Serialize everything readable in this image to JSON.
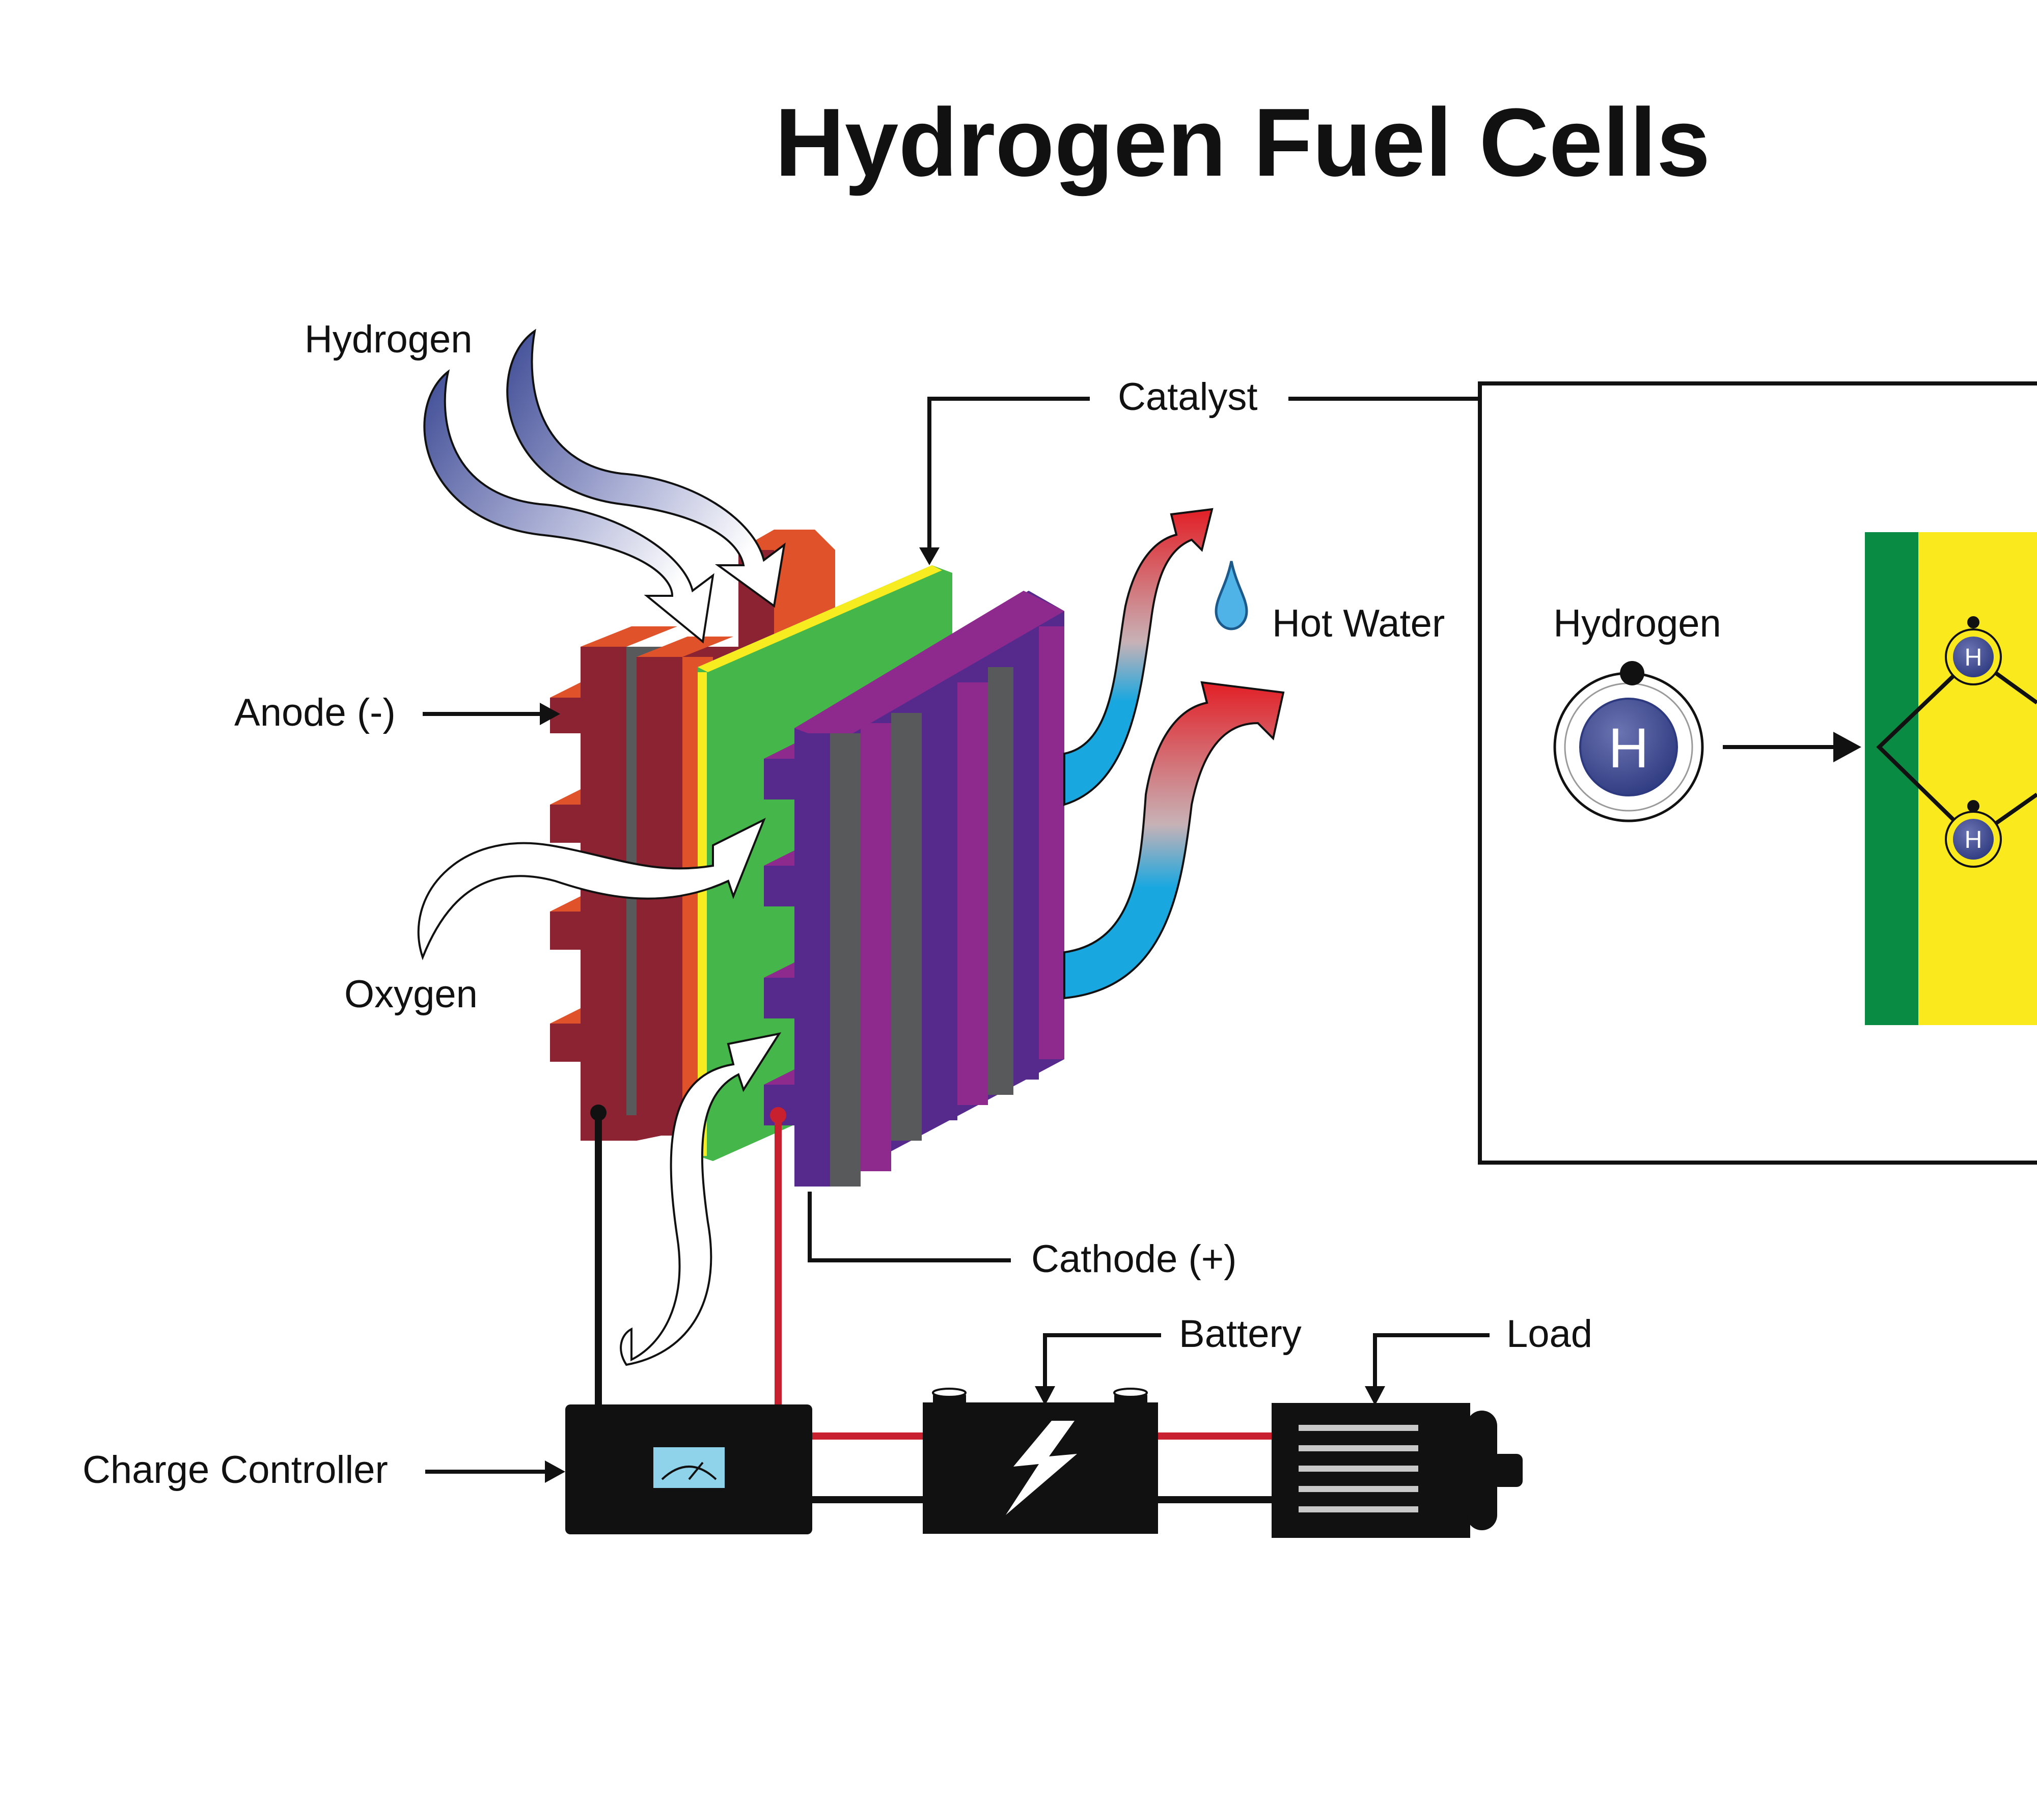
{
  "title": "Hydrogen Fuel Cells",
  "labels": {
    "hydrogen": "Hydrogen",
    "catalyst": "Catalyst",
    "hot_water": "Hot Water",
    "anode": "Anode (-)",
    "oxygen": "Oxygen",
    "cathode": "Cathode (+)",
    "battery": "Battery",
    "load": "Load",
    "charge_controller": "Charge Controller"
  },
  "inset": {
    "hydrogen_label": "Hydrogen",
    "atom_symbol": "H",
    "small_atom_symbol_1": "H",
    "small_atom_symbol_2": "H"
  },
  "colors": {
    "anode_orange": "#e0522a",
    "anode_dark": "#8b2332",
    "cathode_purple": "#8e2a8e",
    "cathode_dark": "#552a8c",
    "membrane_green": "#45b649",
    "catalyst_yellow": "#f7ec1f",
    "plate_grey": "#58595b",
    "hydrogen_blue": "#3e4b95",
    "hot_red": "#e21f26",
    "cool_blue": "#19a7e0",
    "wire_red": "#c8202f",
    "inset_green": "#0a8b43",
    "inset_yellow": "#fae91c"
  }
}
